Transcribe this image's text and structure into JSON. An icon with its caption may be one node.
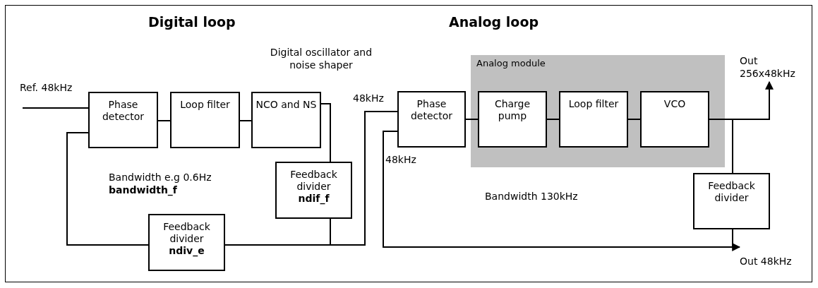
{
  "diagram": {
    "nodes": [
      {
        "text": [
          "Phase detector"
        ]
      },
      {
        "text": [
          "Loop filter"
        ]
      },
      {
        "text": [
          "NCO and NS"
        ]
      },
      {
        "text": [
          "Feedback divider",
          "ndif_f"
        ]
      },
      {
        "text": [
          "Feedback divider",
          "ndiv_e"
        ]
      },
      {
        "text": [
          "Phase detector"
        ]
      },
      {
        "text": [
          "Analog module"
        ]
      },
      {
        "text": [
          "Charge pump"
        ],
        "in": 6
      },
      {
        "text": [
          "Loop filter"
        ],
        "in": 6
      },
      {
        "text": [
          "VCO"
        ],
        "in": 6
      },
      {
        "text": [
          "Feedback divider"
        ]
      },
      {
        "text": [
          "Out 256x48kHz"
        ]
      },
      {
        "text": [
          "Out 48kHz"
        ]
      }
    ],
    "edges": [
      {
        "from": null,
        "to": 0,
        "arrow": "none"
      },
      {
        "from": 0,
        "to": 1,
        "arrow": "none"
      },
      {
        "from": 1,
        "to": 2,
        "arrow": "none"
      },
      {
        "from": 2,
        "to": 3,
        "arrow": "none"
      },
      {
        "from": 3,
        "to": 4,
        "arrow": "none"
      },
      {
        "from": 4,
        "to": 0,
        "arrow": "none"
      },
      {
        "from": 3,
        "to": 5,
        "arrow": "none"
      },
      {
        "from": 5,
        "to": 7,
        "arrow": "none"
      },
      {
        "from": 7,
        "to": 8,
        "arrow": "none"
      },
      {
        "from": 8,
        "to": 9,
        "arrow": "none"
      },
      {
        "from": 9,
        "to": 11,
        "arrow": "to"
      },
      {
        "from": 9,
        "to": 10,
        "arrow": "none"
      },
      {
        "from": 10,
        "to": 5,
        "arrow": "none"
      },
      {
        "from": 10,
        "to": 12,
        "arrow": "to"
      }
    ],
    "labels": [
      "Digital loop",
      "Analog loop",
      "Digital oscillator and noise shaper",
      "Ref. 48kHz",
      "48kHz",
      "48kHz",
      "Bandwidth e.g 0.6Hz",
      "bandwidth_f",
      "Bandwidth 130kHz"
    ]
  }
}
